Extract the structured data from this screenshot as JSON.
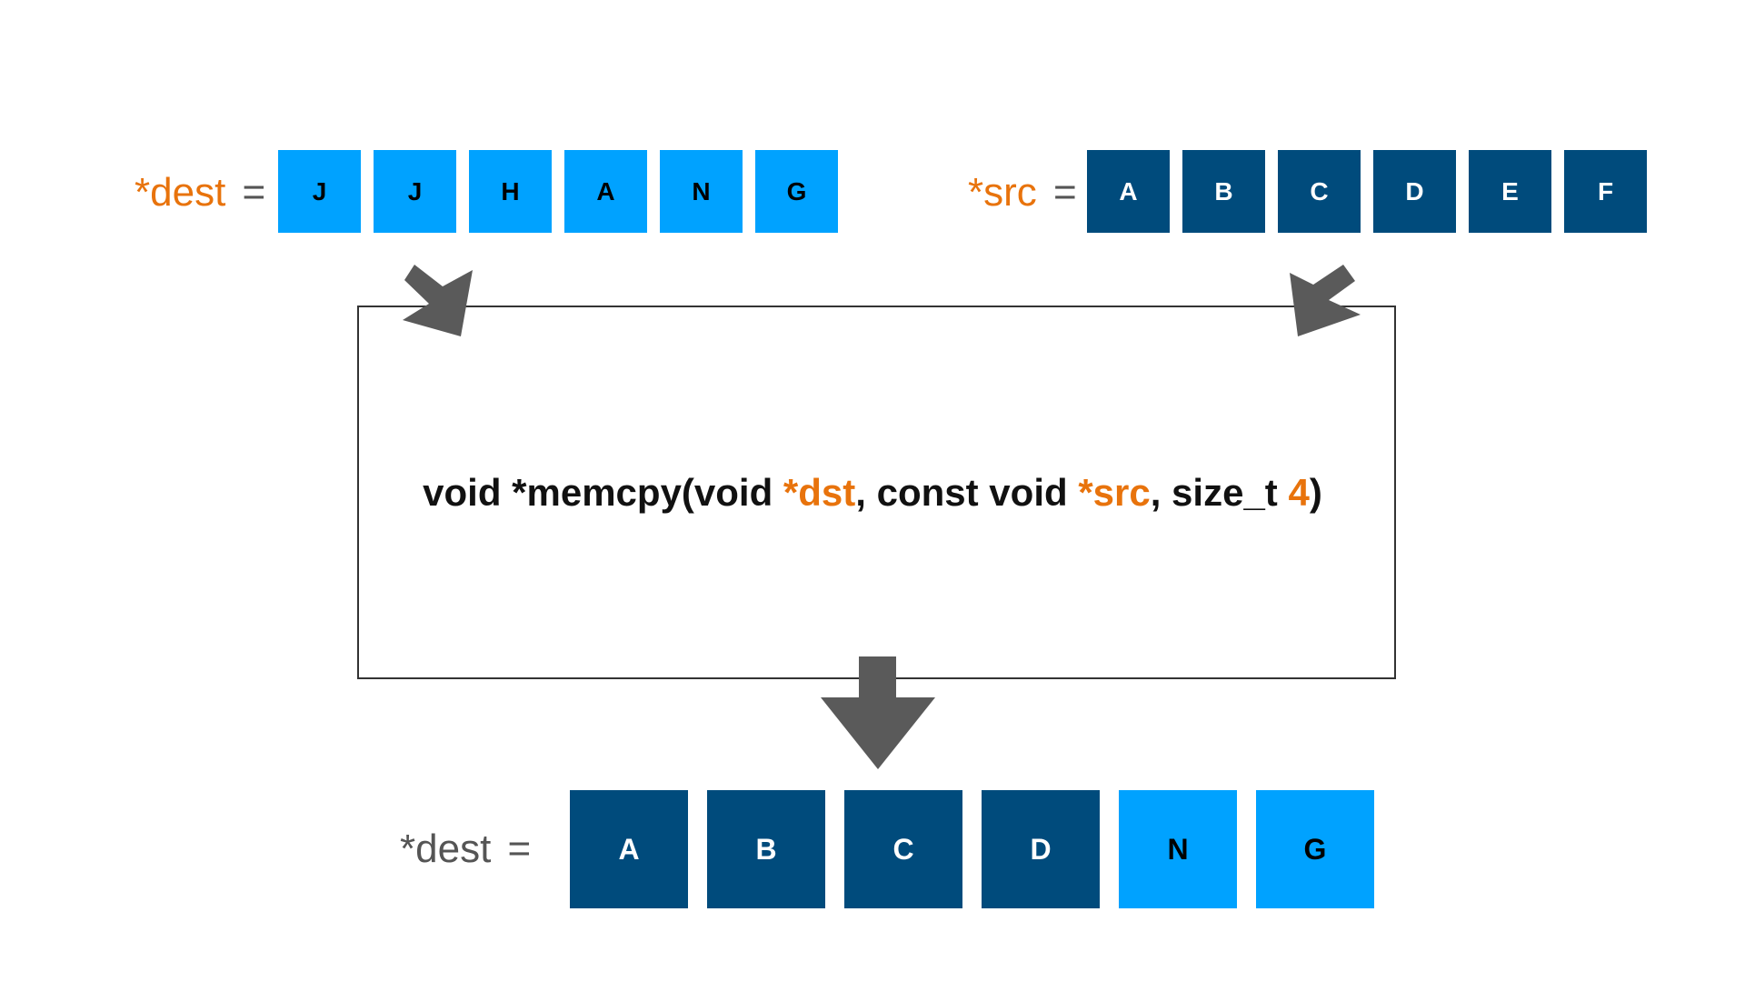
{
  "dest": {
    "prefix": "*dest",
    "equals": "=",
    "cells": [
      {
        "text": "J",
        "style": "light"
      },
      {
        "text": "J",
        "style": "light"
      },
      {
        "text": "H",
        "style": "light"
      },
      {
        "text": "A",
        "style": "light"
      },
      {
        "text": "N",
        "style": "light"
      },
      {
        "text": "G",
        "style": "light"
      }
    ]
  },
  "src": {
    "prefix": "*src",
    "equals": "=",
    "cells": [
      {
        "text": "A",
        "style": "dark"
      },
      {
        "text": "B",
        "style": "dark"
      },
      {
        "text": "C",
        "style": "dark"
      },
      {
        "text": "D",
        "style": "dark"
      },
      {
        "text": "E",
        "style": "dark"
      },
      {
        "text": "F",
        "style": "dark"
      }
    ]
  },
  "function": {
    "part1": "void *memcpy(void ",
    "dst_arg": "*dst",
    "part2": ", const void ",
    "src_arg": "*src",
    "part3": ", size_t ",
    "size_arg": "4",
    "part4": ")"
  },
  "result": {
    "prefix": "*dest",
    "equals": "=",
    "cells": [
      {
        "text": "A",
        "style": "dark"
      },
      {
        "text": "B",
        "style": "dark"
      },
      {
        "text": "C",
        "style": "dark"
      },
      {
        "text": "D",
        "style": "dark"
      },
      {
        "text": "N",
        "style": "light"
      },
      {
        "text": "G",
        "style": "light"
      }
    ]
  },
  "colors": {
    "highlight": "#e8730c",
    "light_cell": "#00a2ff",
    "dark_cell": "#004b7c",
    "arrow": "#5a5a5a"
  }
}
